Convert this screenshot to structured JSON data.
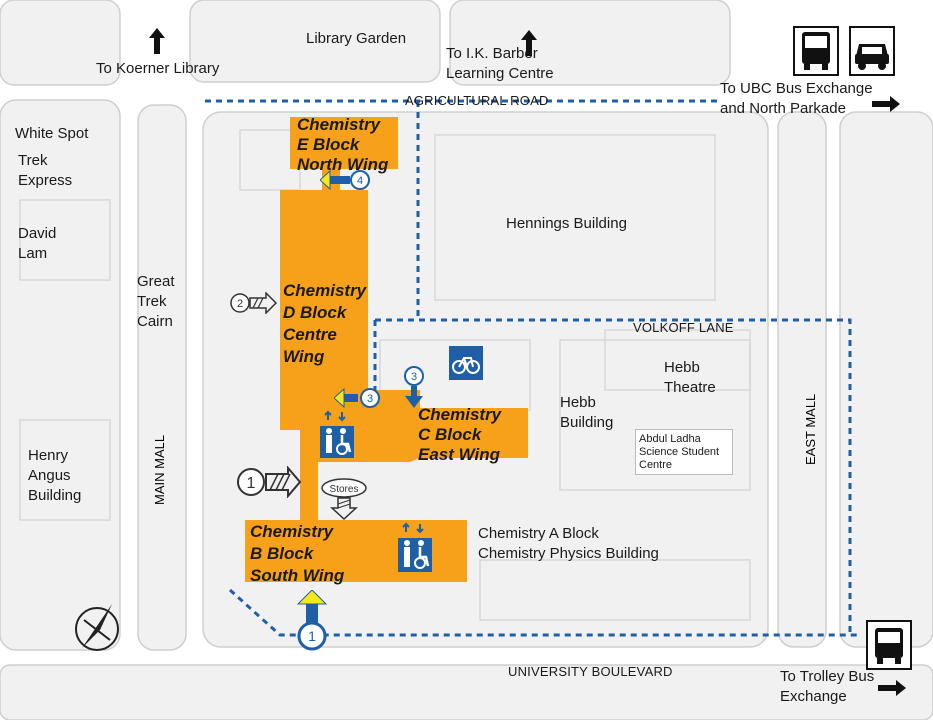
{
  "labels": {
    "library_garden": "Library Garden",
    "koerner": "To Koerner Library",
    "ikbarber": "To I.K. Barber Learning Centre",
    "ikbarber_l1": "To I.K. Barber",
    "ikbarber_l2": "Learning Centre",
    "bus_exchange_l1": "To UBC Bus Exchange",
    "bus_exchange_l2": "and North Parkade",
    "agricultural_road": "AGRICULTURAL ROAD",
    "white_spot": "White Spot",
    "trek_express_l1": "Trek",
    "trek_express_l2": "Express",
    "david_lam_l1": "David",
    "david_lam_l2": "Lam",
    "great_trek_l1": "Great",
    "great_trek_l2": "Trek",
    "great_trek_l3": "Cairn",
    "henry_angus_l1": "Henry",
    "henry_angus_l2": "Angus",
    "henry_angus_l3": "Building",
    "main_mall": "MAIN MALL",
    "east_mall": "EAST MALL",
    "hennings": "Hennings Building",
    "volkoff_lane": "VOLKOFF LANE",
    "hebb_theatre_l1": "Hebb",
    "hebb_theatre_l2": "Theatre",
    "hebb_building_l1": "Hebb",
    "hebb_building_l2": "Building",
    "abdul_l1": "Abdul Ladha",
    "abdul_l2": "Science Student",
    "abdul_l3": "Centre",
    "chem_a_l1": "Chemistry A Block",
    "chem_a_l2": "Chemistry Physics Building",
    "university_blvd": "UNIVERSITY BOULEVARD",
    "trolley_l1": "To Trolley Bus",
    "trolley_l2": "Exchange",
    "stores": "Stores"
  },
  "wings": {
    "e_l1": "Chemistry",
    "e_l2": "E Block",
    "e_l3": "North Wing",
    "d_l1": "Chemistry",
    "d_l2": "D Block",
    "d_l3": "Centre",
    "d_l4": "Wing",
    "c_l1": "Chemistry",
    "c_l2": "C Block",
    "c_l3": "East Wing",
    "b_l1": "Chemistry",
    "b_l2": "B Block",
    "b_l3": "South Wing"
  },
  "entrances": {
    "e1": "1",
    "e1_large": "1",
    "e2": "2",
    "e3": "3",
    "e3_blue": "3",
    "e4": "4"
  },
  "icons": {
    "bus": "bus-icon",
    "car": "car-icon",
    "trolley": "trolley-bus-icon",
    "bike": "bicycle-icon",
    "washroom": "accessible-washroom-icon",
    "compass": "compass-north-icon"
  },
  "colors": {
    "building_highlight": "#f7a11a",
    "route_dashed": "#1f5fa8",
    "entrance_blue": "#1f5fa8",
    "road_grey": "#c8c8c8",
    "block_grey": "#efefef"
  }
}
